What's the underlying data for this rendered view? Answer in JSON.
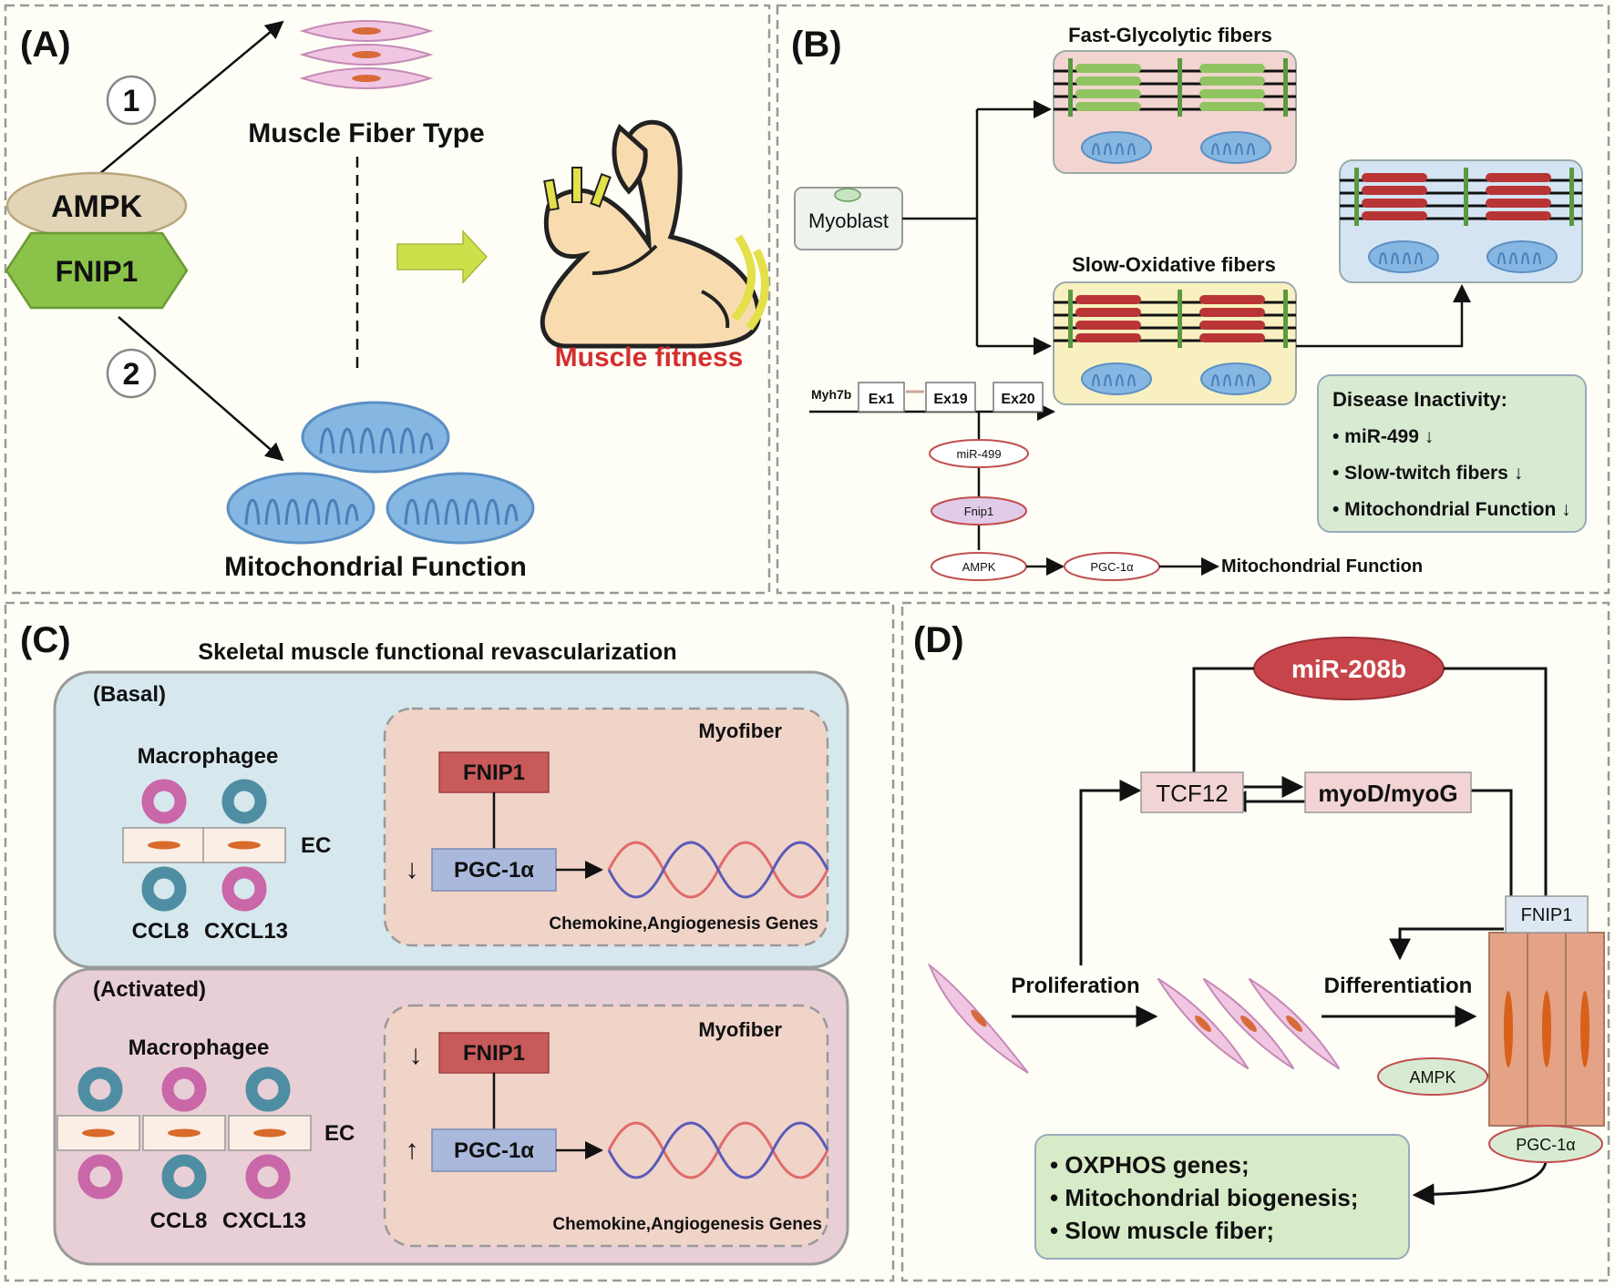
{
  "panelA": {
    "letter": "(A)",
    "ampk": "AMPK",
    "fnip1": "FNIP1",
    "step1": "1",
    "step2": "2",
    "fiber_type": "Muscle Fiber Type",
    "mito_function": "Mitochondrial Function",
    "muscle_fitness": "Muscle fitness"
  },
  "panelB": {
    "letter": "(B)",
    "fast": "Fast-Glycolytic fibers",
    "slow": "Slow-Oxidative fibers",
    "myoblast": "Myoblast",
    "gene": "Myh7b",
    "ex1": "Ex1",
    "ex19": "Ex19",
    "ex20": "Ex20",
    "mir499": "miR-499",
    "fnip1": "Fnip1",
    "ampk": "AMPK",
    "pgc": "PGC-1α",
    "mito_function": "Mitochondrial Function",
    "disease_title": "Disease Inactivity:",
    "disease_items": [
      "• miR-499 ↓",
      "• Slow-twitch fibers ↓",
      "• Mitochondrial Function ↓"
    ]
  },
  "panelC": {
    "letter": "(C)",
    "title": "Skeletal muscle functional revascularization",
    "basal": "(Basal)",
    "activated": "(Activated)",
    "macrophagee": "Macrophagee",
    "ec": "EC",
    "ccl8": "CCL8",
    "cxcl13": "CXCL13",
    "myofiber": "Myofiber",
    "fnip1": "FNIP1",
    "pgc": "PGC-1α",
    "genes": "Chemokine,Angiogenesis Genes",
    "down": "↓",
    "up": "↑"
  },
  "panelD": {
    "letter": "(D)",
    "mir208b": "miR-208b",
    "tcf12": "TCF12",
    "myod": "myoD/myoG",
    "fnip1": "FNIP1",
    "proliferation": "Proliferation",
    "differentiation": "Differentiation",
    "ampk": "AMPK",
    "pgc": "PGC-1α",
    "outcomes": [
      "• OXPHOS genes;",
      "• Mitochondrial biogenesis;",
      "• Slow muscle fiber;"
    ]
  },
  "colors": {
    "ampk": "#e4d6b6",
    "fnip1_green": "#8bc34a",
    "fitness_red": "#d32f2f",
    "mito_blue": "#7fb0dc",
    "fast_green": "#8fc460",
    "slow_red": "#b93535",
    "basal_bg": "#d6e8ee",
    "activated_bg": "#e8cfd6",
    "pgc_box": "#aab8dc",
    "fnip1_box": "#c85a5a",
    "mir208b": "#c7454a",
    "outcome_bg": "#d8ebc8"
  }
}
